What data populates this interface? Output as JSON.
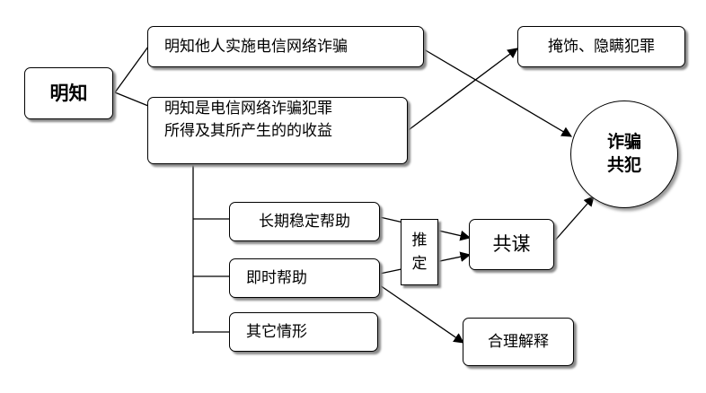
{
  "root": {
    "label": "明知"
  },
  "branch_top": {
    "label": "明知他人实施电信网络诈骗"
  },
  "branch_mid": {
    "line1": "明知是电信网络诈骗犯罪",
    "line2": "所得及其所产生的的收益"
  },
  "concealment": {
    "label": "掩饰、隐瞒犯罪"
  },
  "accomplice": {
    "line1": "诈骗",
    "line2": "共犯"
  },
  "long_term_help": {
    "label": "长期稳定帮助"
  },
  "immediate_help": {
    "label": "即时帮助"
  },
  "other_cases": {
    "label": "其它情形"
  },
  "presumption": {
    "char1": "推",
    "char2": "定"
  },
  "conspiracy": {
    "label": "共谋"
  },
  "reasonable_explanation": {
    "label": "合理解释"
  }
}
